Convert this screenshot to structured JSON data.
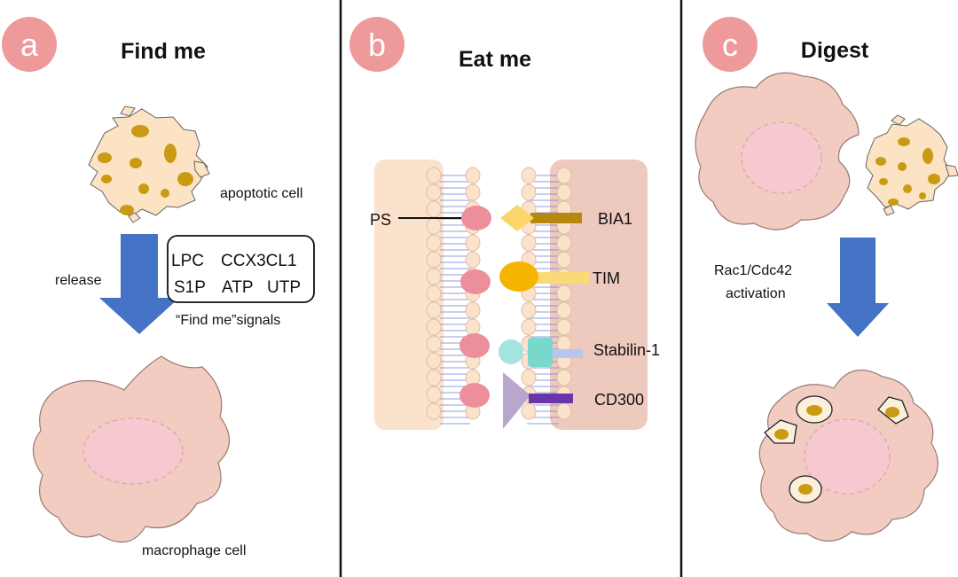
{
  "colors": {
    "badge": "#ef9a9a",
    "arrow": "#4472c4",
    "cell_fill": "#f2cbc1",
    "nucleus_fill": "#f5c9cf",
    "apoptotic_fill": "#fbe3c4",
    "fragment": "#c99a12",
    "membrane_left": "#fbe2cb",
    "membrane_right": "#eec9bd",
    "ps_head": "#ec8f9a",
    "bia1": "#b58810",
    "bia1_ligand": "#fbd56a",
    "tim": "#f5b400",
    "tim_stalk": "#fcd977",
    "stabilin_ball": "#a3e4e1",
    "stabilin_box": "#79d8cc",
    "stabilin_stalk": "#b6c6ec",
    "cd300_wedge": "#b8a6cc",
    "cd300_bar": "#6a35a6"
  },
  "panels": {
    "a": {
      "letter": "a",
      "title": "Find me",
      "apoptotic_label": "apoptotic cell",
      "release_label": "release",
      "signals": {
        "row1": [
          "LPC",
          "CCX3CL1"
        ],
        "row2": [
          "S1P",
          "ATP",
          "UTP"
        ]
      },
      "signals_caption": "“Find me”signals",
      "macrophage_label": "macrophage cell"
    },
    "b": {
      "letter": "b",
      "title": "Eat me",
      "ps_label": "PS",
      "receptors": [
        "BIA1",
        "TIM",
        "Stabilin-1",
        "CD300"
      ]
    },
    "c": {
      "letter": "c",
      "title": "Digest",
      "activation_line1": "Rac1/Cdc42",
      "activation_line2": "activation"
    }
  }
}
